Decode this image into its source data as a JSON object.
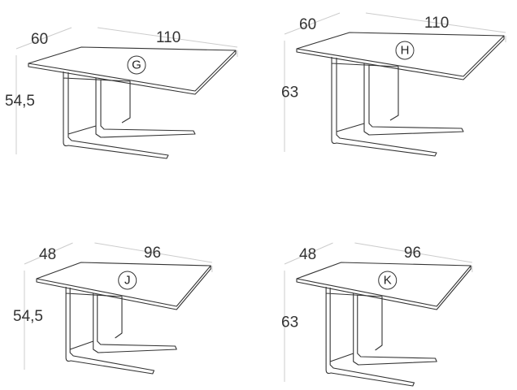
{
  "tables": [
    {
      "id": "G",
      "depth": "60",
      "width": "110",
      "height": "54,5"
    },
    {
      "id": "H",
      "depth": "60",
      "width": "110",
      "height": "63"
    },
    {
      "id": "J",
      "depth": "48",
      "width": "96",
      "height": "54,5"
    },
    {
      "id": "K",
      "depth": "48",
      "width": "96",
      "height": "63"
    }
  ],
  "colors": {
    "line": "#333333",
    "dimension": "#cccccc"
  }
}
